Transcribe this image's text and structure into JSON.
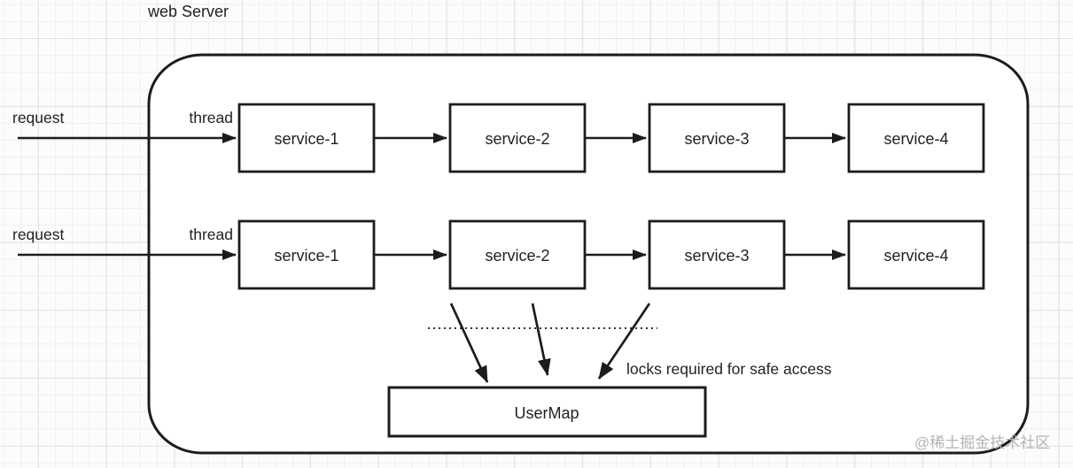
{
  "diagram": {
    "title": "web Server",
    "rows": [
      {
        "request_label": "request",
        "thread_label": "thread",
        "services": [
          "service-1",
          "service-2",
          "service-3",
          "service-4"
        ]
      },
      {
        "request_label": "request",
        "thread_label": "thread",
        "services": [
          "service-1",
          "service-2",
          "service-3",
          "service-4"
        ]
      }
    ],
    "shared_resource_label": "UserMap",
    "annotation": "locks required for safe access",
    "watermark": "@稀土掘金技术社区",
    "colors": {
      "line": "#1c1c1c",
      "box_fill": "#ffffff",
      "grid_minor": "#efefef",
      "grid_major": "#e2e2e2",
      "watermark": "#b3b3b3"
    }
  }
}
